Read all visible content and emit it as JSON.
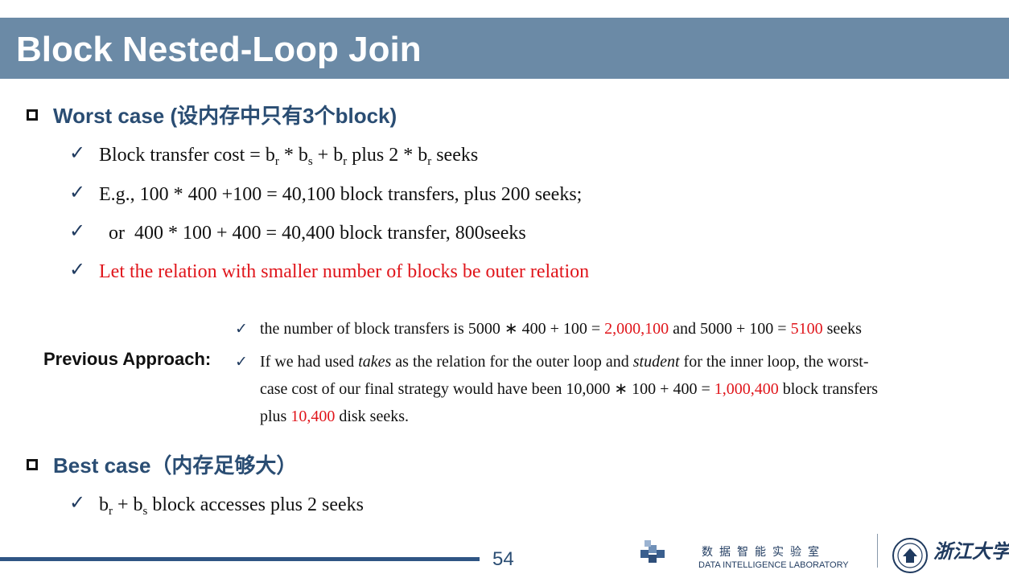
{
  "title": "Block Nested-Loop Join",
  "worst_case": {
    "heading": "Worst case (设内存中只有3个block)",
    "items": [
      {
        "p1": "Block transfer cost = b",
        "s1": "r",
        "p2": " * b",
        "s2": "s",
        "p3": " + b",
        "s3": "r",
        "p4": " plus 2 * b",
        "s4": "r",
        "p5": "  seeks"
      },
      {
        "text": "E.g., 100 * 400 +100 = 40,100 block transfers, plus 200 seeks;"
      },
      {
        "text": "  or  400 * 100 + 400 = 40,400 block transfer, 800seeks"
      },
      {
        "text": "Let the relation with smaller number of blocks be outer relation"
      }
    ]
  },
  "previous": {
    "label": "Previous Approach:",
    "line1": {
      "a": "the number of block transfers is 5000 ∗ 400 + 100 = ",
      "b": "2,000,100",
      "c": " and 5000 + 100 = ",
      "d": "5100",
      "e": " seeks"
    },
    "line2": {
      "a": "If we had used ",
      "b": "takes",
      "c": " as the relation for the outer loop and ",
      "d": "student",
      "e": " for the inner loop, the worst-"
    },
    "line3": {
      "a": "case cost of our final strategy would have been 10,000 ∗ 100 + 400 = ",
      "b": "1,000,400",
      "c": " block transfers"
    },
    "line4": {
      "a": "plus ",
      "b": "10,400",
      "c": " disk seeks."
    }
  },
  "best_case": {
    "heading": "Best case（内存足够大）",
    "item": {
      "p1": "b",
      "s1": "r",
      "p2": " + b",
      "s2": "s",
      "p3": " block accesses plus 2 seeks"
    }
  },
  "footer": {
    "page": "54",
    "lab_cn": "数据智能实验室",
    "lab_en": "DATA INTELLIGENCE LABORATORY",
    "university": "浙江大学"
  },
  "colors": {
    "title_bar": "#6b8aa6",
    "heading": "#2a4d73",
    "accent_red": "#e0151b",
    "footer_line": "#2f5584"
  }
}
